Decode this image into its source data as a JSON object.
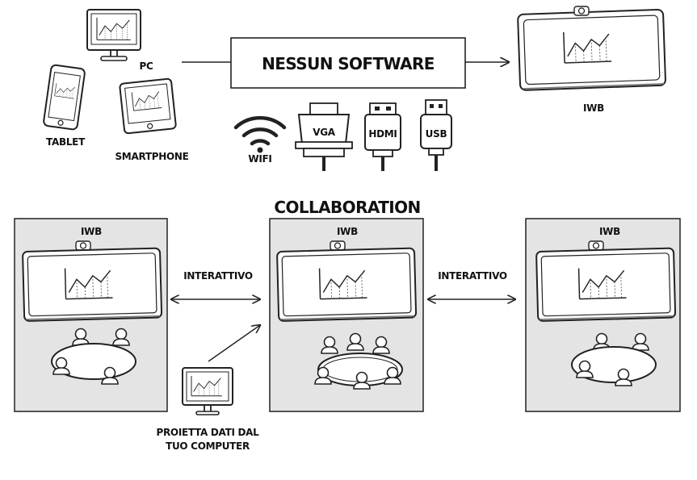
{
  "top": {
    "devices": {
      "pc": "PC",
      "tablet": "TABLET",
      "smartphone": "SMARTPHONE"
    },
    "software_box": "NESSUN SOFTWARE",
    "connections": {
      "wifi": "WIFI",
      "vga": "VGA",
      "hdmi": "HDMI",
      "usb": "USB"
    },
    "target": "IWB"
  },
  "collaboration": {
    "title": "COLLABORATION",
    "rooms": [
      {
        "label": "IWB"
      },
      {
        "label": "IWB"
      },
      {
        "label": "IWB"
      }
    ],
    "links": {
      "left": "INTERATTIVO",
      "right": "INTERATTIVO"
    },
    "project_label": [
      "PROIETTA DATI DAL",
      "TUO COMPUTER"
    ]
  }
}
